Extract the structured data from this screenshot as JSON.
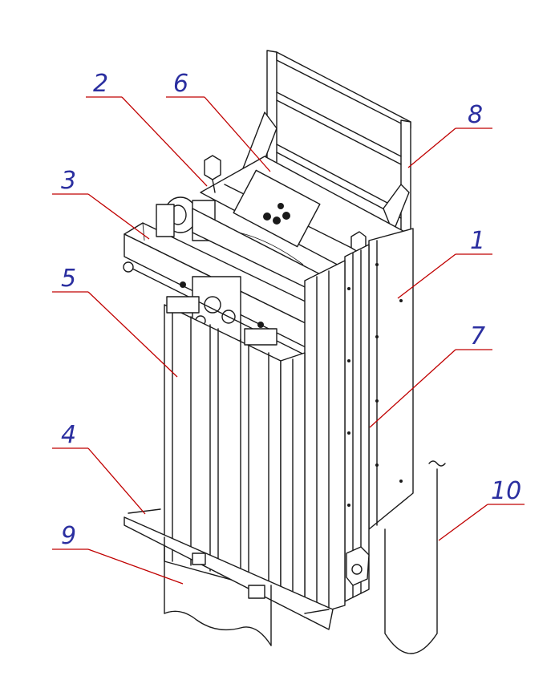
{
  "callouts": {
    "1": "1",
    "2": "2",
    "3": "3",
    "4": "4",
    "5": "5",
    "6": "6",
    "7": "7",
    "8": "8",
    "9": "9",
    "10": "10"
  },
  "colors": {
    "label_text": "#2b2fa0",
    "leader_lines": "#c00000",
    "drawing_lines": "#1a1a1a",
    "background": "#ffffff"
  }
}
